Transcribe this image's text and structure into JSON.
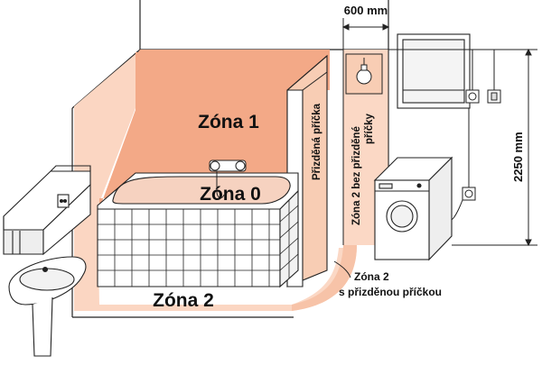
{
  "zones": {
    "zone1": "Zóna 1",
    "zone0": "Zóna 0",
    "zone2_floor": "Zóna 2",
    "zone2_no_partition": "Zóna 2 bez přizděné příčky",
    "zone2_no_partition_line1": "Zóna 2 bez přizděné",
    "zone2_no_partition_line2": "příčky",
    "zone2_with_partition_line1": "Zóna 2",
    "zone2_with_partition_line2": "s přizděnou příčkou"
  },
  "partition_label": "Přizděná příčka",
  "dimensions": {
    "width": "600 mm",
    "height": "2250 mm"
  },
  "colors": {
    "zone1_fill": "#f3a987",
    "zone2_fill": "#fbd6c2",
    "outline": "#222222"
  },
  "icons": [
    "washbasin-icon",
    "mirror-cabinet-icon",
    "bathtub-icon",
    "faucet-icon",
    "light-bulb-icon",
    "washing-machine-icon",
    "window-icon",
    "socket-icon",
    "switch-icon"
  ]
}
